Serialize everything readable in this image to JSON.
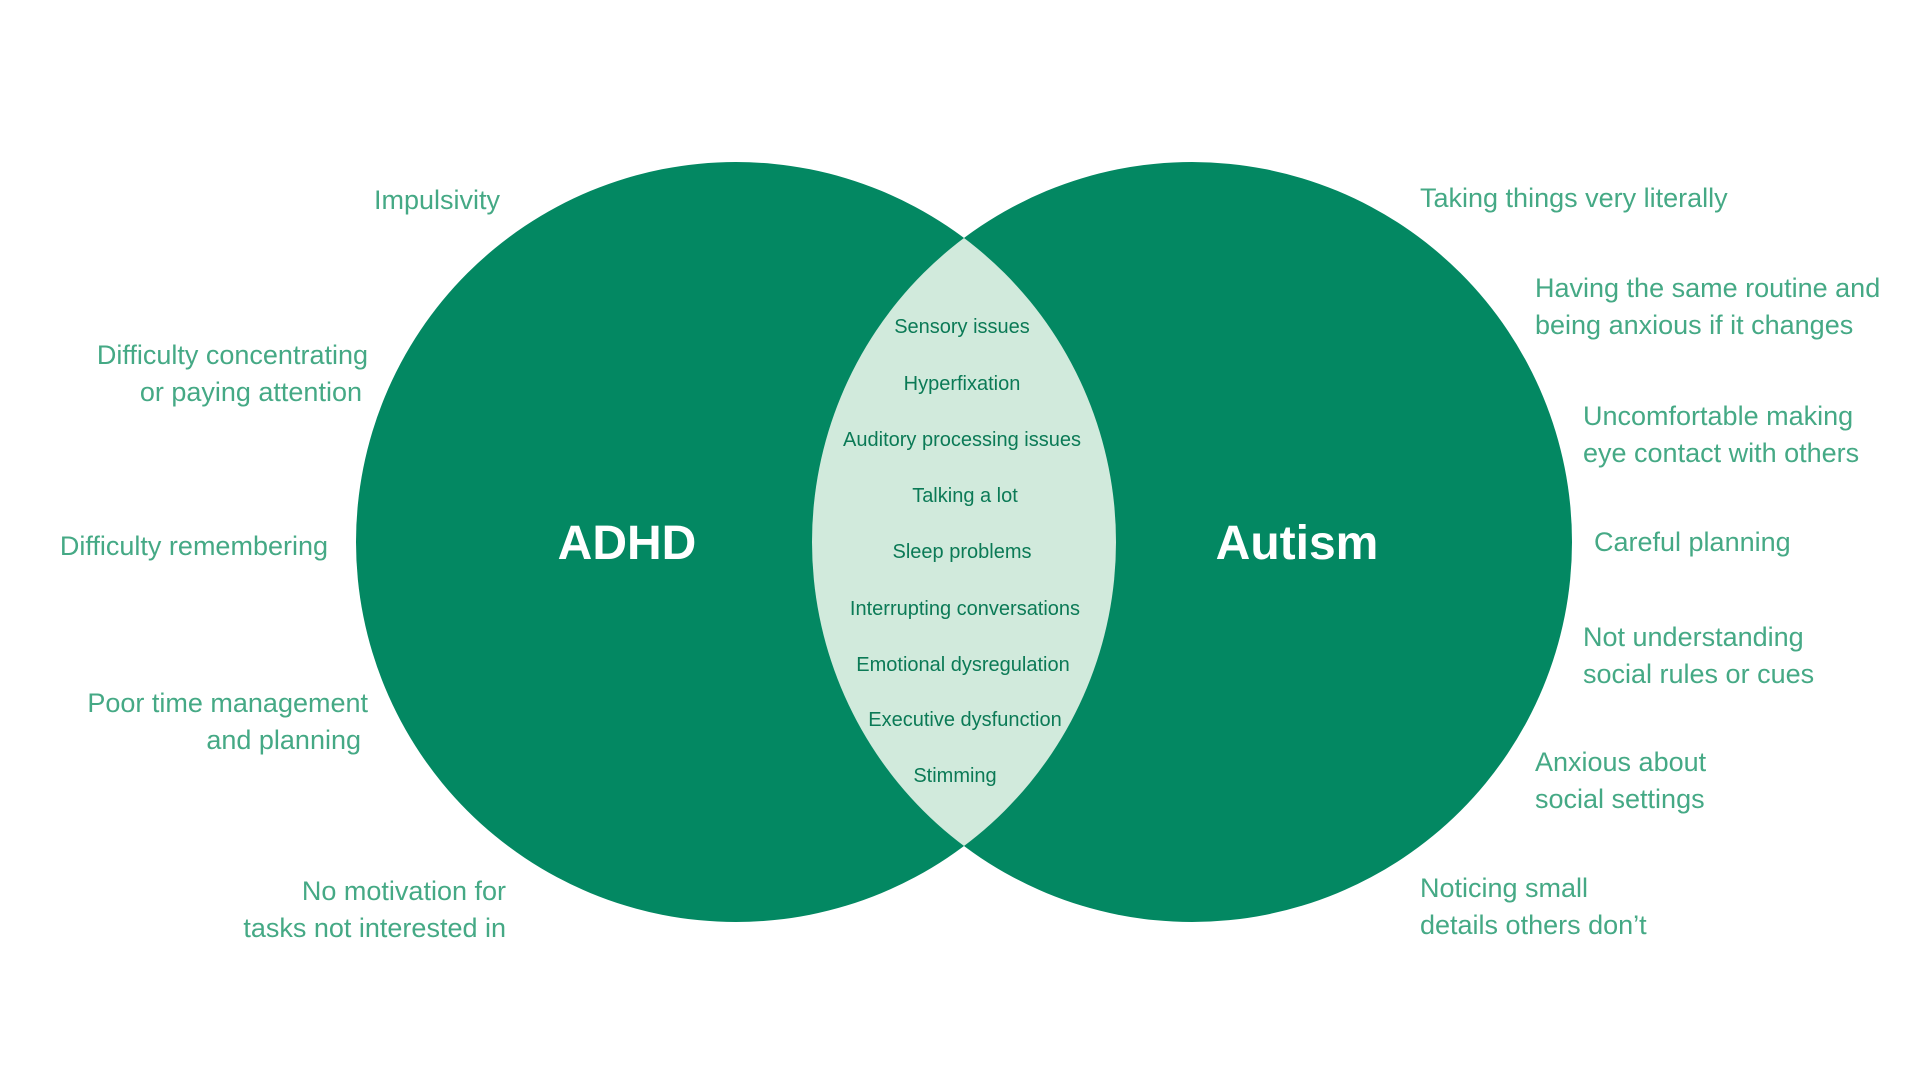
{
  "colors": {
    "circle_fill": "#038862",
    "overlap_fill": "#d1eadc",
    "outer_text": "#45a985",
    "overlap_text": "#0b7a56",
    "title_text": "#ffffff",
    "background": "#ffffff"
  },
  "left_set": {
    "title": "ADHD",
    "traits": [
      [
        "Impulsivity"
      ],
      [
        "Difficulty concentrating",
        "or paying attention"
      ],
      [
        "Difficulty remembering"
      ],
      [
        "Poor time management",
        "and planning"
      ],
      [
        "No motivation for",
        "tasks not interested in"
      ]
    ]
  },
  "right_set": {
    "title": "Autism",
    "traits": [
      [
        "Taking things very literally"
      ],
      [
        "Having the same routine and",
        "being anxious if it changes"
      ],
      [
        "Uncomfortable making",
        "eye contact with others"
      ],
      [
        "Careful planning"
      ],
      [
        "Not understanding",
        "social rules or cues"
      ],
      [
        "Anxious about",
        "social settings"
      ],
      [
        "Noticing small",
        "details others don’t"
      ]
    ]
  },
  "overlap": {
    "traits": [
      "Sensory issues",
      "Hyperfixation",
      "Auditory processing issues",
      "Talking a lot",
      "Sleep problems",
      "Interrupting conversations",
      "Emotional dysregulation",
      "Executive dysfunction",
      "Stimming"
    ]
  }
}
